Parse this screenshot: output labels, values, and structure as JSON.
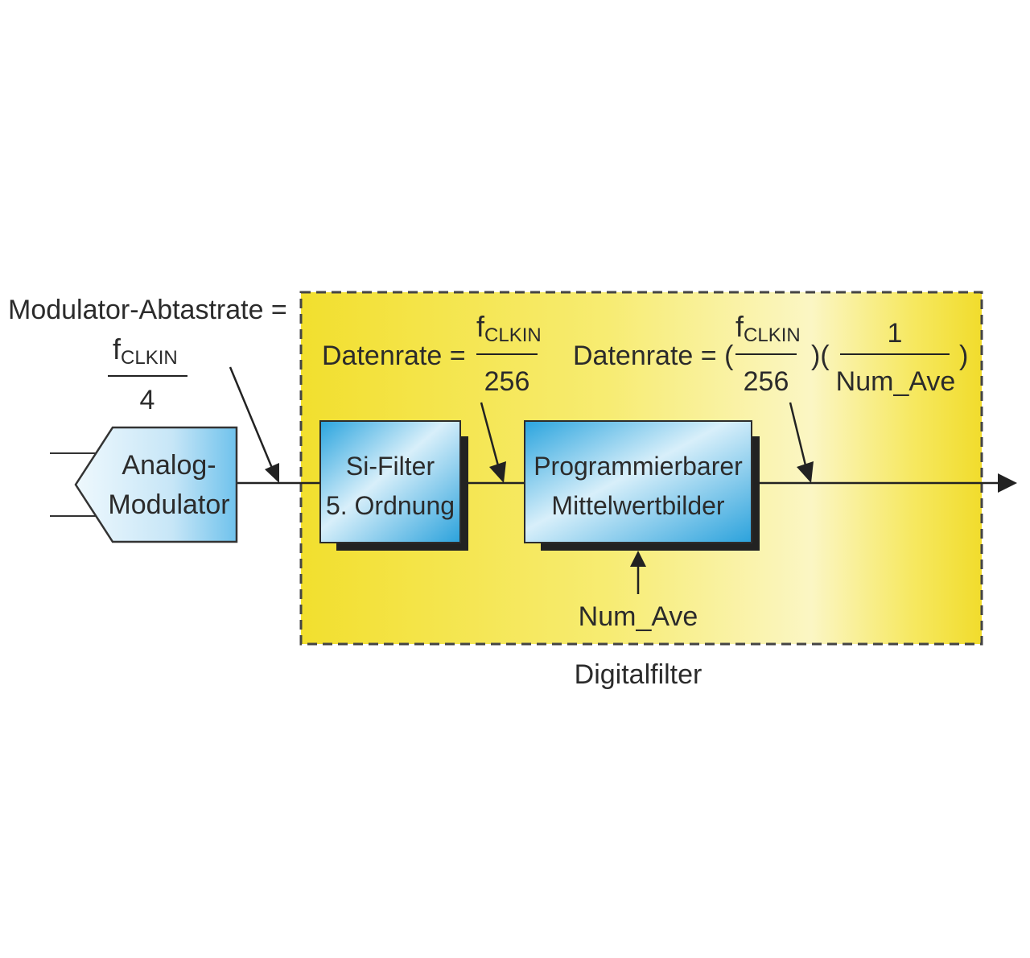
{
  "modulator_rate": {
    "label": "Modulator-Abtastrate =",
    "numerator_f": "f",
    "numerator_sub": "CLKIN",
    "denominator": "4"
  },
  "datarate_1": {
    "label": "Datenrate =",
    "numerator_f": "f",
    "numerator_sub": "CLKIN",
    "denominator": "256"
  },
  "datarate_2": {
    "label": "Datenrate = (",
    "numerator_f": "f",
    "numerator_sub": "CLKIN",
    "denominator": "256",
    "mid": ")(",
    "numerator_2": "1",
    "denominator_2": "Num_Ave",
    "close": ")"
  },
  "blocks": {
    "analog_line1": "Analog-",
    "analog_line2": "Modulator",
    "si_line1": "Si-Filter",
    "si_line2": "5. Ordnung",
    "avg_line1": "Programmierbarer",
    "avg_line2": "Mittelwertbilder"
  },
  "num_ave_input": "Num_Ave",
  "digitalfilter_label": "Digitalfilter",
  "colors": {
    "filter_region": "#f3e23a",
    "block_light": "#dff1fb",
    "block_dark": "#2aa6e0",
    "border_dash": "#4a4a4a"
  }
}
